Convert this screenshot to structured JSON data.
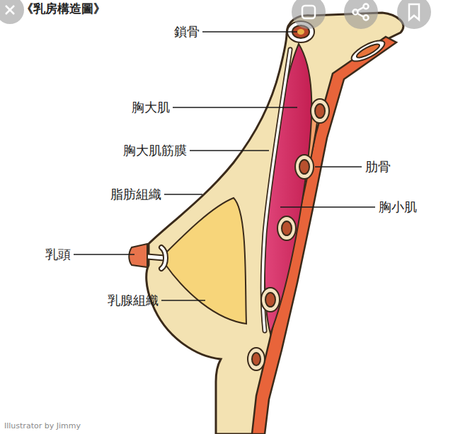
{
  "diagram": {
    "title": "《乳房構造圖》",
    "labels": [
      "鎖骨",
      "胸大肌",
      "胸大肌筋膜",
      "脂肪組織",
      "乳頭",
      "乳腺組織",
      "肋骨",
      "胸小肌",
      "Illustrator by Jimmy"
    ]
  }
}
